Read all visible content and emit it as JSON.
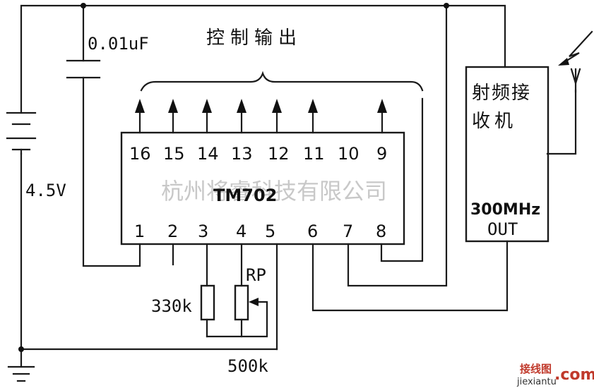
{
  "diagram": {
    "title": "控制输出",
    "chip": {
      "name": "TM702",
      "pins_top": [
        "16",
        "15",
        "14",
        "13",
        "12",
        "11",
        "10",
        "9"
      ],
      "pins_bottom": [
        "1",
        "2",
        "3",
        "4",
        "5",
        "6",
        "7",
        "8"
      ]
    },
    "capacitor_label": "0.01uF",
    "battery_label": "4.5V",
    "resistor_label": "330k",
    "pot_label": "RP",
    "pot_value": "500k",
    "receiver": {
      "line1": "射频接",
      "line2": "收机",
      "freq": "300MHz",
      "out": "OUT"
    },
    "watermark": "杭州将睿科技有限公司",
    "logo": {
      "cn": "接线图",
      "url": "jiexiantu",
      "com": ".com"
    }
  }
}
